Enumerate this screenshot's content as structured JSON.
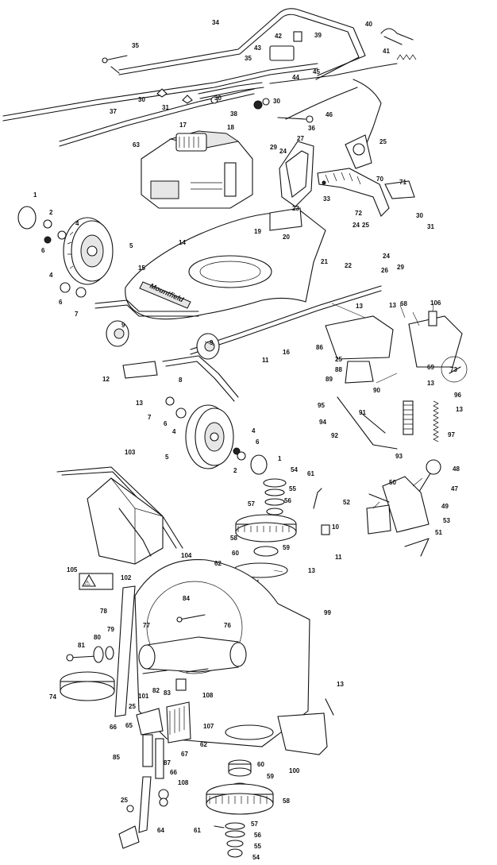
{
  "brand_text": "Mountfield",
  "warning_label_text": "⚠",
  "labels": [
    {
      "id": "p1",
      "text": "1"
    },
    {
      "id": "p2",
      "text": "2"
    },
    {
      "id": "p4a",
      "text": "4"
    },
    {
      "id": "p4b",
      "text": "4"
    },
    {
      "id": "p5a",
      "text": "5"
    },
    {
      "id": "p6a",
      "text": "6"
    },
    {
      "id": "p6b",
      "text": "6"
    },
    {
      "id": "p7a",
      "text": "7"
    },
    {
      "id": "p9a",
      "text": "9"
    },
    {
      "id": "p9b",
      "text": "9"
    },
    {
      "id": "p8",
      "text": "8"
    },
    {
      "id": "p11",
      "text": "11"
    },
    {
      "id": "p12",
      "text": "12"
    },
    {
      "id": "p13a",
      "text": "13"
    },
    {
      "id": "p7b",
      "text": "7"
    },
    {
      "id": "p6c",
      "text": "6"
    },
    {
      "id": "p4c",
      "text": "4"
    },
    {
      "id": "p5b",
      "text": "5"
    },
    {
      "id": "p4d",
      "text": "4"
    },
    {
      "id": "p6d",
      "text": "6"
    },
    {
      "id": "p2b",
      "text": "2"
    },
    {
      "id": "p1b",
      "text": "1"
    },
    {
      "id": "p14",
      "text": "14"
    },
    {
      "id": "p15a",
      "text": "15"
    },
    {
      "id": "p16",
      "text": "16"
    },
    {
      "id": "p17",
      "text": "17"
    },
    {
      "id": "p18",
      "text": "18"
    },
    {
      "id": "p63",
      "text": "63"
    },
    {
      "id": "p34",
      "text": "34"
    },
    {
      "id": "p35a",
      "text": "35"
    },
    {
      "id": "p35b",
      "text": "35"
    },
    {
      "id": "p42",
      "text": "42"
    },
    {
      "id": "p43",
      "text": "43"
    },
    {
      "id": "p39",
      "text": "39"
    },
    {
      "id": "p40",
      "text": "40"
    },
    {
      "id": "p41",
      "text": "41"
    },
    {
      "id": "p44",
      "text": "44"
    },
    {
      "id": "p45",
      "text": "45"
    },
    {
      "id": "p46",
      "text": "46"
    },
    {
      "id": "p30a",
      "text": "30"
    },
    {
      "id": "p31a",
      "text": "31"
    },
    {
      "id": "p30b",
      "text": "30"
    },
    {
      "id": "p30c",
      "text": "30"
    },
    {
      "id": "p37",
      "text": "37"
    },
    {
      "id": "p38",
      "text": "38"
    },
    {
      "id": "p36",
      "text": "36"
    },
    {
      "id": "p29a",
      "text": "29"
    },
    {
      "id": "p24a",
      "text": "24"
    },
    {
      "id": "p27",
      "text": "27"
    },
    {
      "id": "p25a",
      "text": "25"
    },
    {
      "id": "p33",
      "text": "33"
    },
    {
      "id": "p23",
      "text": "23"
    },
    {
      "id": "p70",
      "text": "70"
    },
    {
      "id": "p71",
      "text": "71"
    },
    {
      "id": "p72",
      "text": "72"
    },
    {
      "id": "p19",
      "text": "19"
    },
    {
      "id": "p20",
      "text": "20"
    },
    {
      "id": "p21",
      "text": "21"
    },
    {
      "id": "p22",
      "text": "22"
    },
    {
      "id": "p24b",
      "text": "24"
    },
    {
      "id": "p25b",
      "text": "25"
    },
    {
      "id": "p26",
      "text": "26"
    },
    {
      "id": "p24c",
      "text": "24"
    },
    {
      "id": "p29b",
      "text": "29"
    },
    {
      "id": "p30d",
      "text": "30"
    },
    {
      "id": "p31b",
      "text": "31"
    },
    {
      "id": "p13b",
      "text": "13"
    },
    {
      "id": "p13c",
      "text": "13"
    },
    {
      "id": "p68",
      "text": "68"
    },
    {
      "id": "p106",
      "text": "106"
    },
    {
      "id": "p86",
      "text": "86"
    },
    {
      "id": "p25c",
      "text": "25"
    },
    {
      "id": "p88",
      "text": "88"
    },
    {
      "id": "p89",
      "text": "89"
    },
    {
      "id": "p90",
      "text": "90"
    },
    {
      "id": "p95",
      "text": "95"
    },
    {
      "id": "p94",
      "text": "94"
    },
    {
      "id": "p91",
      "text": "91"
    },
    {
      "id": "p92",
      "text": "92"
    },
    {
      "id": "p93",
      "text": "93"
    },
    {
      "id": "p69",
      "text": "69"
    },
    {
      "id": "p73",
      "text": "73"
    },
    {
      "id": "p13d",
      "text": "13"
    },
    {
      "id": "p96",
      "text": "96"
    },
    {
      "id": "p13e",
      "text": "13"
    },
    {
      "id": "p97",
      "text": "97"
    },
    {
      "id": "p48",
      "text": "48"
    },
    {
      "id": "p50",
      "text": "50"
    },
    {
      "id": "p47",
      "text": "47"
    },
    {
      "id": "p52",
      "text": "52"
    },
    {
      "id": "p49",
      "text": "49"
    },
    {
      "id": "p53",
      "text": "53"
    },
    {
      "id": "p51",
      "text": "51"
    },
    {
      "id": "p103",
      "text": "103"
    },
    {
      "id": "p104",
      "text": "104"
    },
    {
      "id": "p105",
      "text": "105"
    },
    {
      "id": "p102",
      "text": "102"
    },
    {
      "id": "p54a",
      "text": "54"
    },
    {
      "id": "p61a",
      "text": "61"
    },
    {
      "id": "p55a",
      "text": "55"
    },
    {
      "id": "p57a",
      "text": "57"
    },
    {
      "id": "p56a",
      "text": "56"
    },
    {
      "id": "p58a",
      "text": "58"
    },
    {
      "id": "p10",
      "text": "10"
    },
    {
      "id": "p59a",
      "text": "59"
    },
    {
      "id": "p11b",
      "text": "11"
    },
    {
      "id": "p60a",
      "text": "60"
    },
    {
      "id": "p62a",
      "text": "62"
    },
    {
      "id": "p13f",
      "text": "13"
    },
    {
      "id": "p99",
      "text": "99"
    },
    {
      "id": "p78",
      "text": "78"
    },
    {
      "id": "p84",
      "text": "84"
    },
    {
      "id": "p77",
      "text": "77"
    },
    {
      "id": "p76",
      "text": "76"
    },
    {
      "id": "p79",
      "text": "79"
    },
    {
      "id": "p80",
      "text": "80"
    },
    {
      "id": "p81",
      "text": "81"
    },
    {
      "id": "p74",
      "text": "74"
    },
    {
      "id": "p82",
      "text": "82"
    },
    {
      "id": "p83",
      "text": "83"
    },
    {
      "id": "p108a",
      "text": "108"
    },
    {
      "id": "p101",
      "text": "101"
    },
    {
      "id": "p25d",
      "text": "25"
    },
    {
      "id": "p66a",
      "text": "66"
    },
    {
      "id": "p67",
      "text": "67"
    },
    {
      "id": "p65",
      "text": "65"
    },
    {
      "id": "p85",
      "text": "85"
    },
    {
      "id": "p87",
      "text": "87"
    },
    {
      "id": "p66b",
      "text": "66"
    },
    {
      "id": "p108b",
      "text": "108"
    },
    {
      "id": "p25e",
      "text": "25"
    },
    {
      "id": "p64",
      "text": "64"
    },
    {
      "id": "p107",
      "text": "107"
    },
    {
      "id": "p62b",
      "text": "62"
    },
    {
      "id": "p13g",
      "text": "13"
    },
    {
      "id": "p100",
      "text": "100"
    },
    {
      "id": "p60b",
      "text": "60"
    },
    {
      "id": "p59b",
      "text": "59"
    },
    {
      "id": "p58b",
      "text": "58"
    },
    {
      "id": "p61b",
      "text": "61"
    },
    {
      "id": "p57b",
      "text": "57"
    },
    {
      "id": "p56b",
      "text": "56"
    },
    {
      "id": "p55b",
      "text": "55"
    },
    {
      "id": "p54b",
      "text": "54"
    }
  ]
}
